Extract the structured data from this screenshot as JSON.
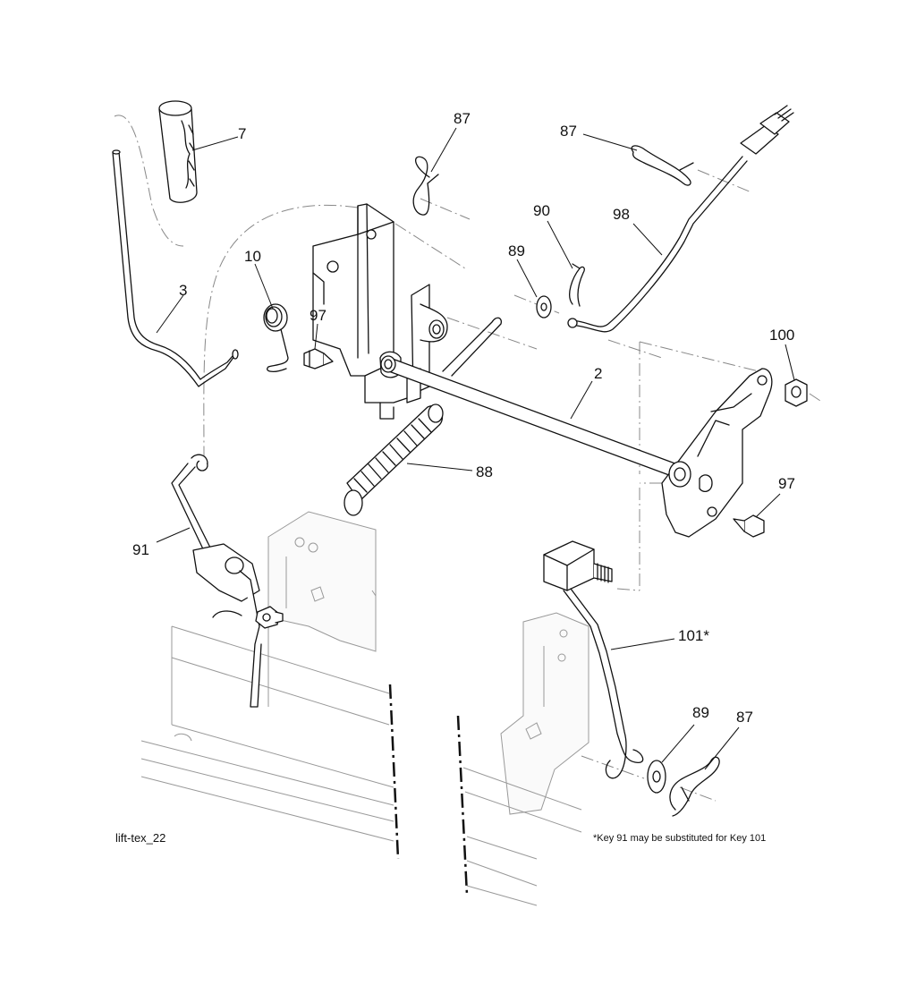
{
  "figure_id": "lift-tex_22",
  "footnote": "*Key 91 may be substituted for Key 101",
  "callouts": {
    "handle_grip": "7",
    "lift_lever": "3",
    "torsion_spring": "10",
    "bolt_left": "97",
    "hairpin_top": "87",
    "hairpin_right": "87",
    "cotter_pin": "90",
    "washer_top": "89",
    "adjust_rod": "98",
    "nut": "100",
    "lift_shaft": "2",
    "extension_spring": "88",
    "bolt_right": "97",
    "link_rod": "91",
    "alt_link_rod": "101*",
    "washer_bottom": "89",
    "hairpin_bottom": "87"
  }
}
